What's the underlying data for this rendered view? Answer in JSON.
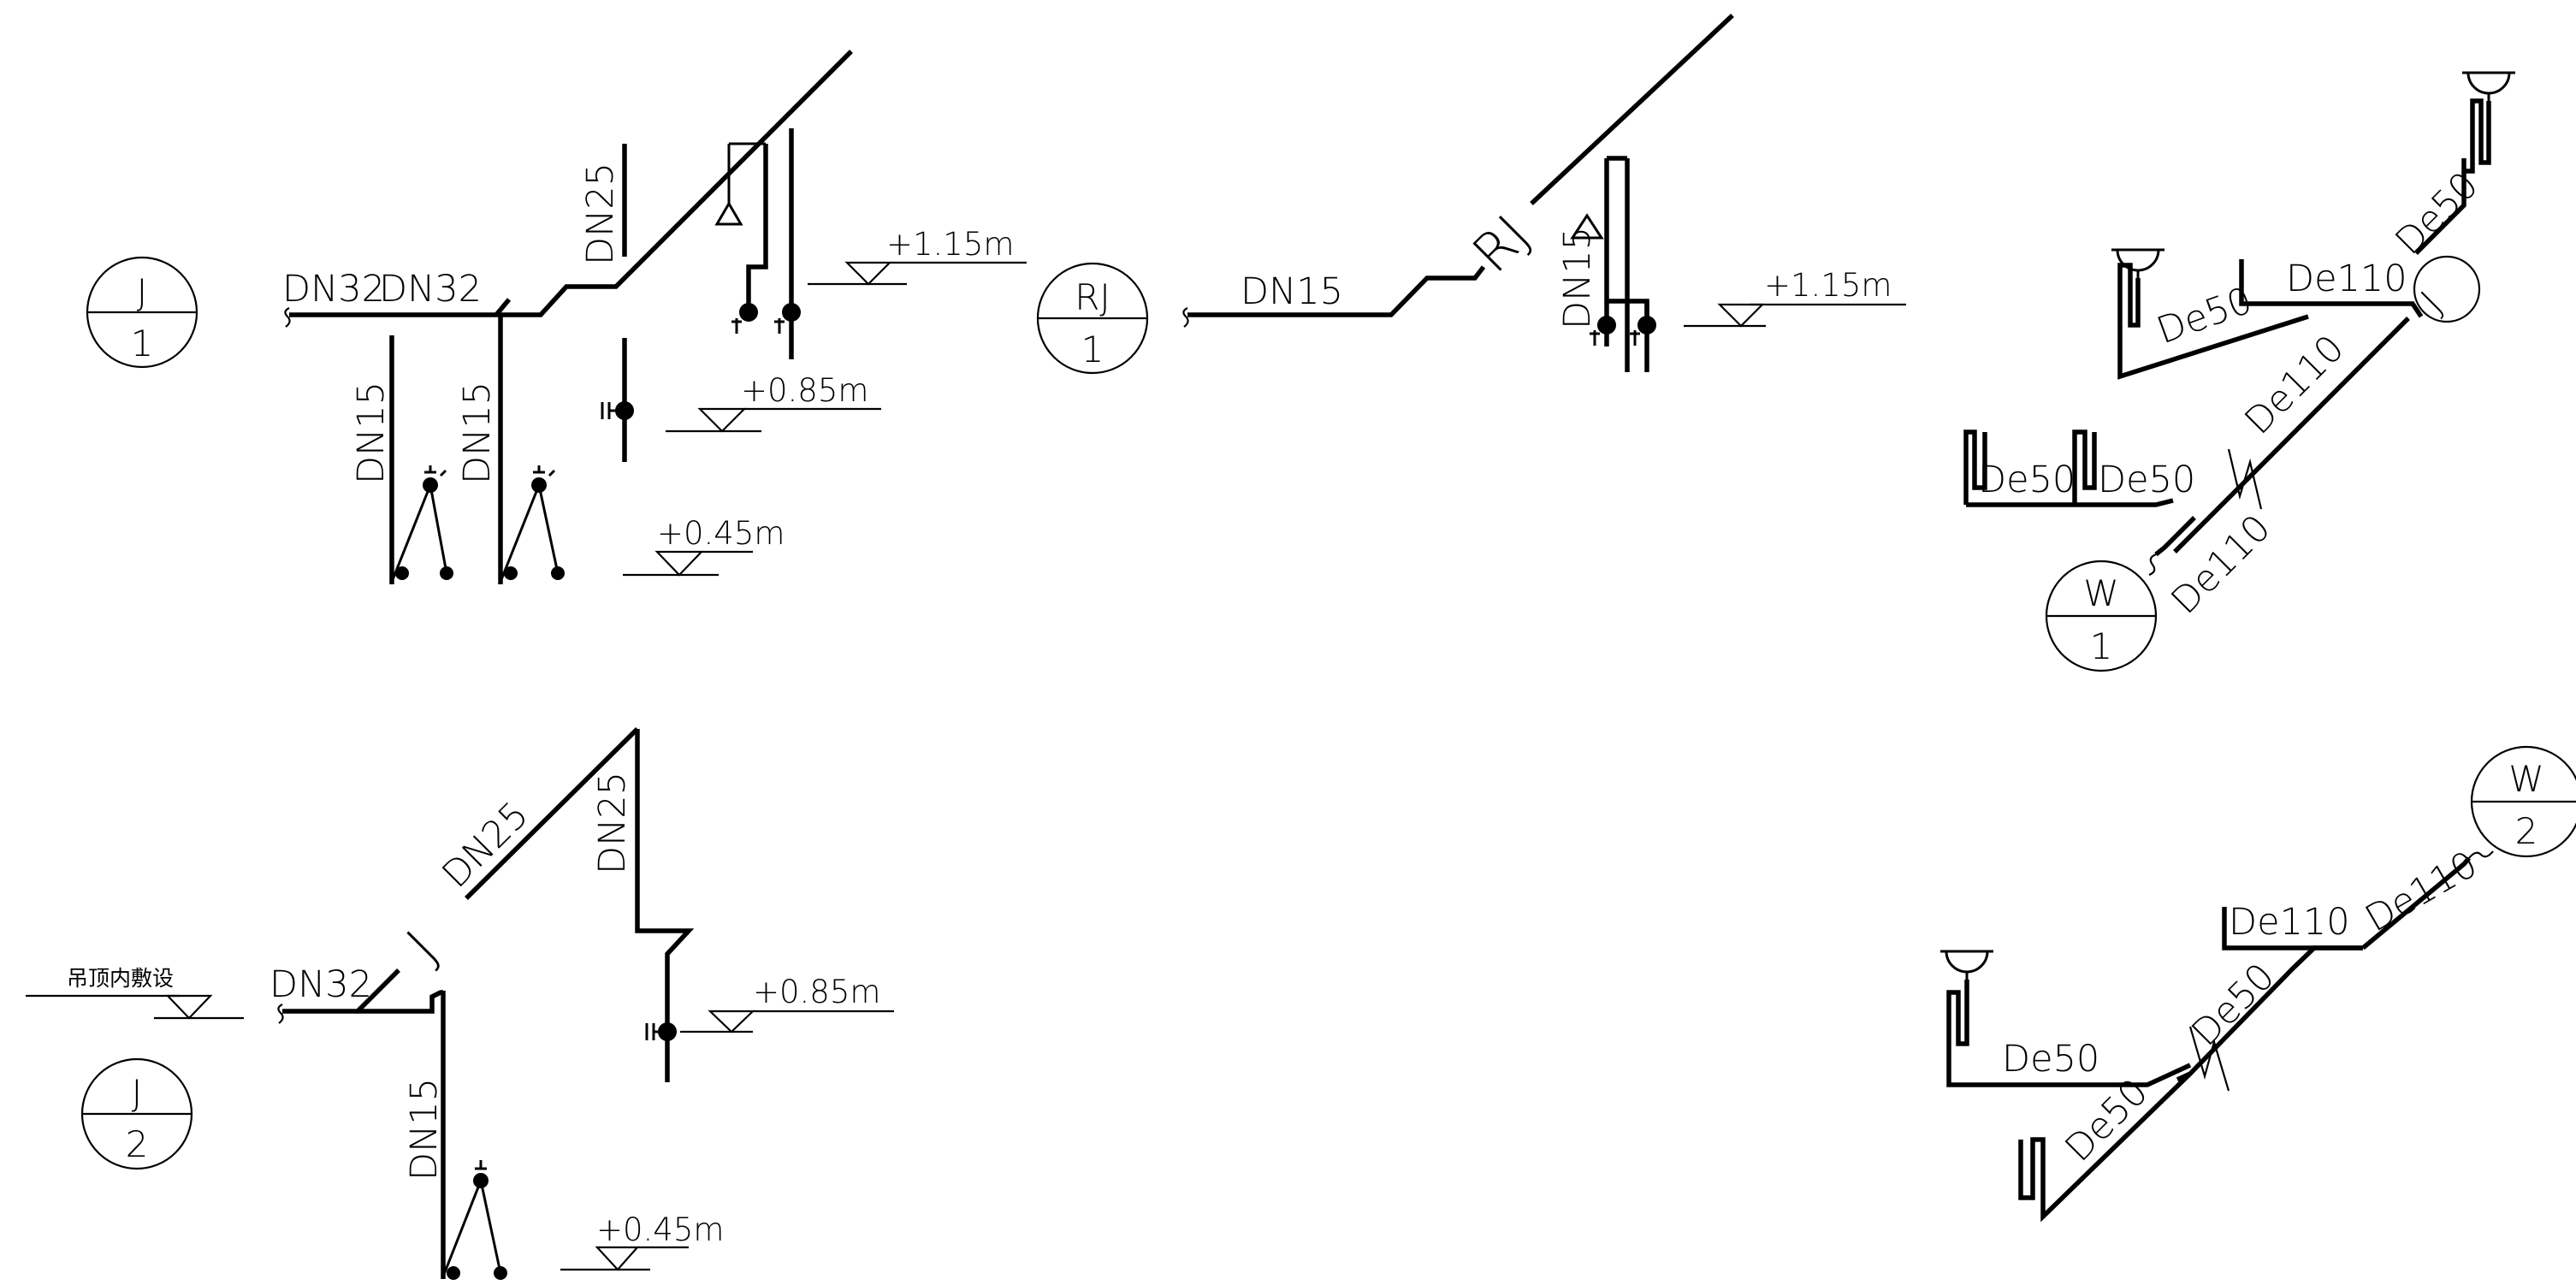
{
  "diagrams": {
    "j1": {
      "top": "J",
      "bottom": "1"
    },
    "rj1": {
      "top": "RJ",
      "bottom": "1"
    },
    "w1": {
      "top": "W",
      "bottom": "1"
    },
    "j2": {
      "top": "J",
      "bottom": "2"
    },
    "w2": {
      "top": "W",
      "bottom": "2"
    }
  },
  "labels": {
    "j1_dn32_a": "DN32",
    "j1_dn32_b": "DN32",
    "j1_dn25": "DN25",
    "j1_dn15_a": "DN15",
    "j1_dn15_b": "DN15",
    "rj1_dn15_h": "DN15",
    "rj1_rj": "RJ",
    "rj1_dn15_v": "DN15",
    "w1_de50_top": "De50",
    "w1_de110_h": "De110",
    "w1_de50_left": "De50",
    "w1_de110_diag": "De110",
    "w1_de50_a": "De50",
    "w1_de50_b": "De50",
    "w1_de110_low": "De110",
    "w1_w": "W",
    "w1_j": "J",
    "j2_dn32": "DN32",
    "j2_j": "J",
    "j2_dn25_diag": "DN25",
    "j2_dn25_v": "DN25",
    "j2_dn15": "DN15",
    "j2_ceiling": "吊顶内敷设",
    "w2_de110_h": "De110",
    "w2_de110_diag": "De110",
    "w2_de50_diag": "De50",
    "w2_de50_h": "De50",
    "w2_de50_low": "De50",
    "w2_w": "W"
  },
  "elevations": {
    "j1_e115": "+1.15m",
    "j1_e085": "+0.85m",
    "j1_e045": "+0.45m",
    "rj1_e115": "+1.15m",
    "j2_e085": "+0.85m",
    "j2_e045": "+0.45m"
  }
}
